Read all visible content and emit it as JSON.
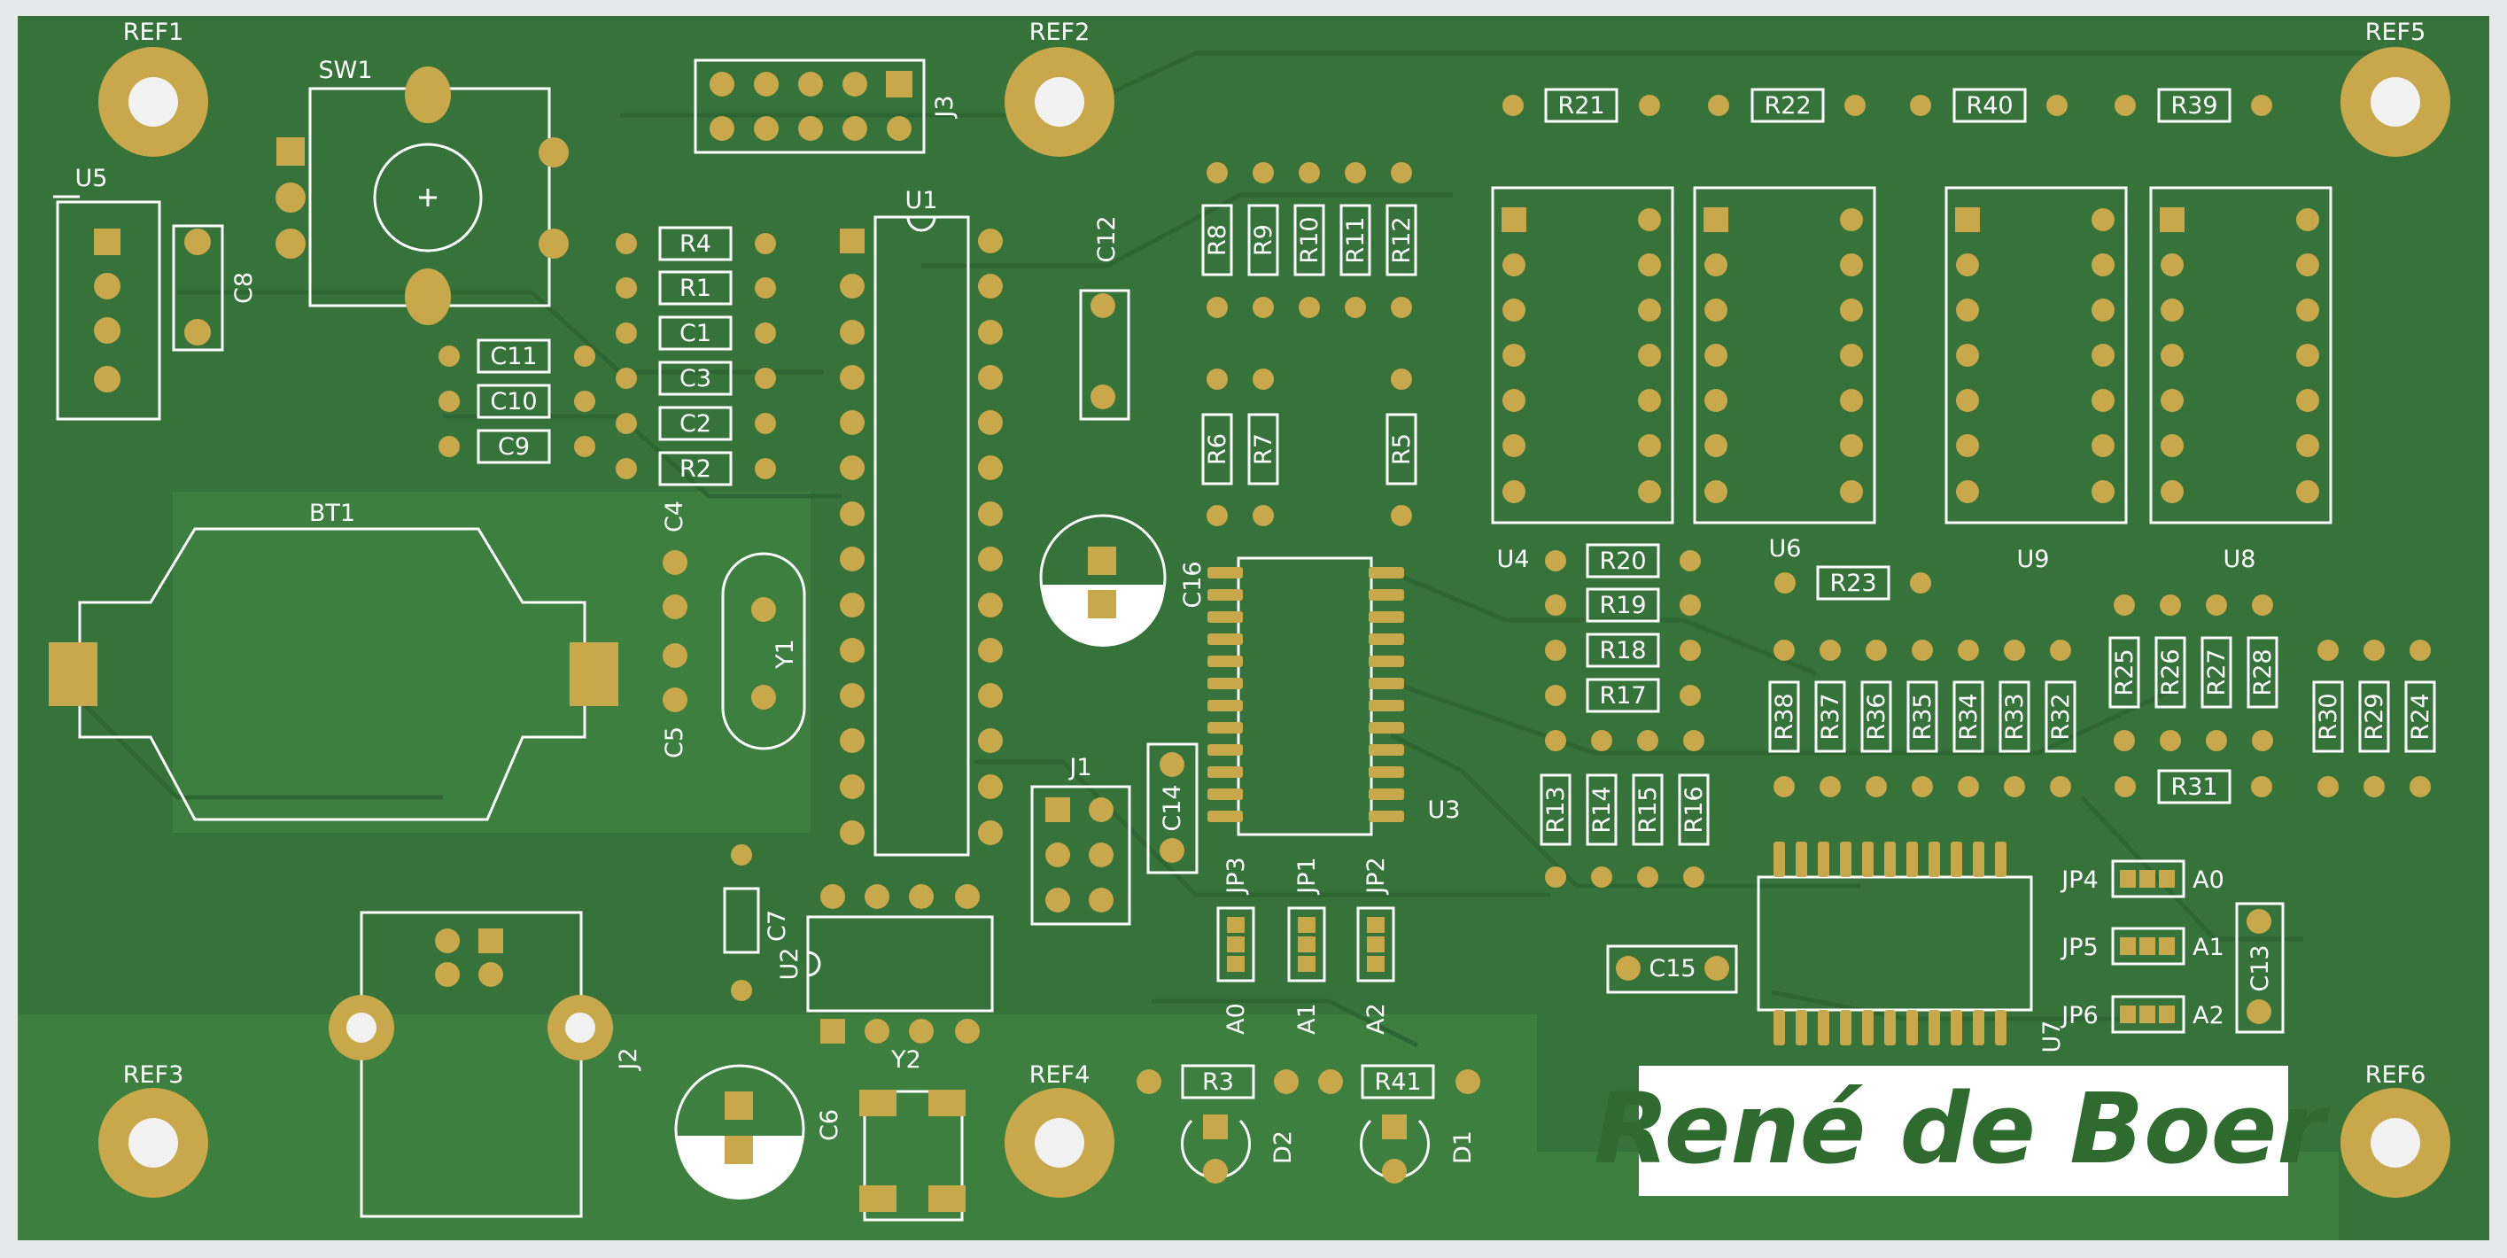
{
  "board": {
    "colors": {
      "board": "#35733a",
      "board_light": "#3f823f",
      "trace": "#2c6331",
      "silk": "#ffffff",
      "copper": "#c8a84a",
      "frame": "#e6e8ea"
    },
    "signature": "René de Boer"
  },
  "labels": {
    "REF1": "REF1",
    "REF2": "REF2",
    "REF3": "REF3",
    "REF4": "REF4",
    "REF5": "REF5",
    "REF6": "REF6",
    "SW1": "SW1",
    "U5": "U5",
    "C8": "C8",
    "J3": "J3",
    "U1": "U1",
    "C12": "C12",
    "R4": "R4",
    "R1": "R1",
    "C1": "C1",
    "C3": "C3",
    "C2": "C2",
    "R2": "R2",
    "C11": "C11",
    "C10": "C10",
    "C9": "C9",
    "BT1": "BT1",
    "C4": "C4",
    "C5": "C5",
    "Y1": "Y1",
    "C16": "C16",
    "R8": "R8",
    "R9": "R9",
    "R10": "R10",
    "R11": "R11",
    "R12": "R12",
    "R6": "R6",
    "R7": "R7",
    "R5": "R5",
    "R21": "R21",
    "R22": "R22",
    "R40": "R40",
    "R39": "R39",
    "U4": "U4",
    "U6": "U6",
    "U9": "U9",
    "U8": "U8",
    "R20": "R20",
    "R19": "R19",
    "R18": "R18",
    "R17": "R17",
    "R23": "R23",
    "R13": "R13",
    "R14": "R14",
    "R15": "R15",
    "R16": "R16",
    "R38": "R38",
    "R37": "R37",
    "R36": "R36",
    "R35": "R35",
    "R34": "R34",
    "R33": "R33",
    "R32": "R32",
    "R25": "R25",
    "R26": "R26",
    "R27": "R27",
    "R28": "R28",
    "R31": "R31",
    "R30": "R30",
    "R29": "R29",
    "R24": "R24",
    "U3": "U3",
    "J1": "J1",
    "C14": "C14",
    "JP3": "JP3",
    "JP1": "JP1",
    "JP2": "JP2",
    "A0": "A0",
    "A1": "A1",
    "A2": "A2",
    "C7": "C7",
    "U2": "U2",
    "J2": "J2",
    "C6": "C6",
    "Y2": "Y2",
    "R3": "R3",
    "R41": "R41",
    "D2": "D2",
    "D1": "D1",
    "C15": "C15",
    "U7": "U7",
    "JP4": "JP4",
    "JP5": "JP5",
    "JP6": "JP6",
    "C13": "C13",
    "A0_r": "A0",
    "A1_r": "A1",
    "A2_r": "A2"
  }
}
